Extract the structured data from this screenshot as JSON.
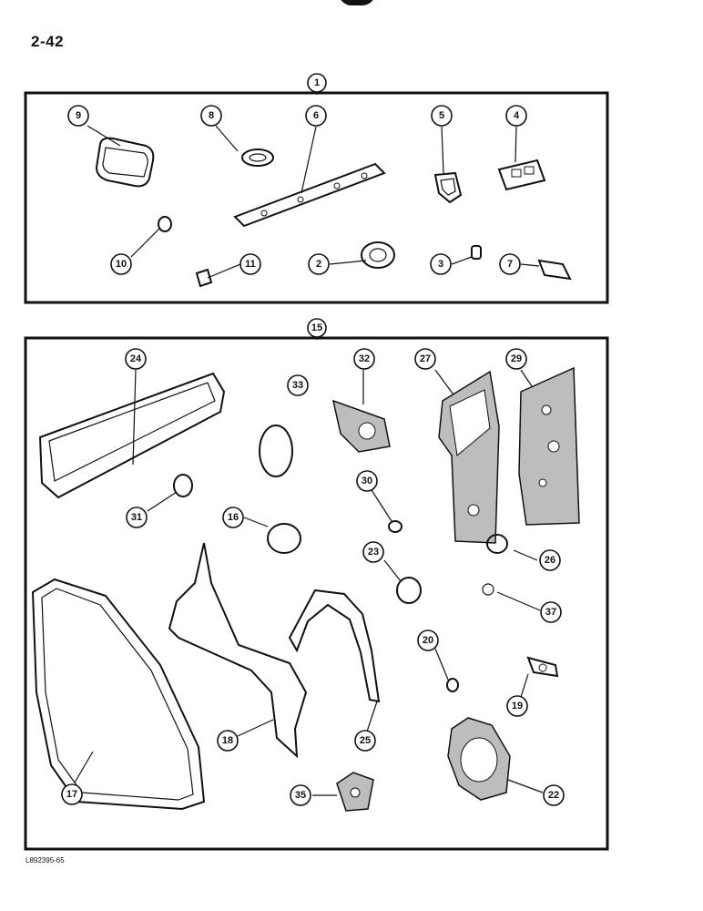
{
  "page": {
    "number": "2-42",
    "figure_code": "L892395-65"
  },
  "kits": [
    {
      "label": "1",
      "parts": [
        "9",
        "8",
        "6",
        "5",
        "4",
        "10",
        "11",
        "2",
        "3",
        "7"
      ]
    },
    {
      "label": "15",
      "parts": [
        "24",
        "33",
        "32",
        "27",
        "29",
        "31",
        "16",
        "30",
        "26",
        "23",
        "37",
        "20",
        "19",
        "18",
        "25",
        "17",
        "35",
        "22"
      ]
    }
  ]
}
